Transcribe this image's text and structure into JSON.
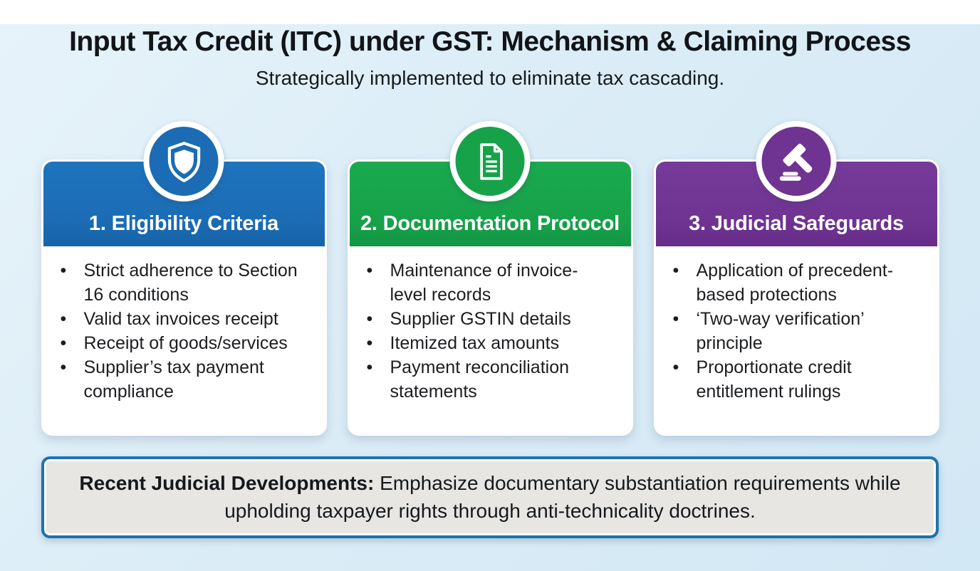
{
  "page": {
    "title": "Input Tax Credit (ITC) under GST: Mechanism & Claiming Process",
    "subtitle": "Strategically implemented to eliminate tax cascading."
  },
  "cards": [
    {
      "title": "1. Eligibility Criteria",
      "icon": "shield-icon",
      "color": "#1b6cb4",
      "bullets": [
        "Strict adherence to Section 16 conditions",
        "Valid tax invoices receipt",
        "Receipt of goods/services",
        "Supplier’s tax payment compliance"
      ]
    },
    {
      "title": "2. Documentation Protocol",
      "icon": "document-icon",
      "color": "#17a24a",
      "bullets": [
        "Maintenance of invoice-level records",
        "Supplier GSTIN details",
        "Itemized tax amounts",
        "Payment reconciliation statements"
      ]
    },
    {
      "title": "3. Judicial Safeguards",
      "icon": "gavel-icon",
      "color": "#6f3392",
      "bullets": [
        "Application of precedent-based protections",
        "‘Two-way verification’ principle",
        "Proportionate credit entitlement rulings"
      ]
    }
  ],
  "footer": {
    "lead": "Recent Judicial Developments:",
    "text": "Emphasize documentary substantiation requirements while upholding taxpayer rights through anti-technicality doctrines."
  },
  "colors": {
    "card_blue": "#1b6cb4",
    "card_green": "#17a24a",
    "card_purple": "#6f3392",
    "note_border": "#1d72ad",
    "note_fill": "#e7e6e3",
    "background": "#d9ecf7",
    "text": "#15181c"
  }
}
